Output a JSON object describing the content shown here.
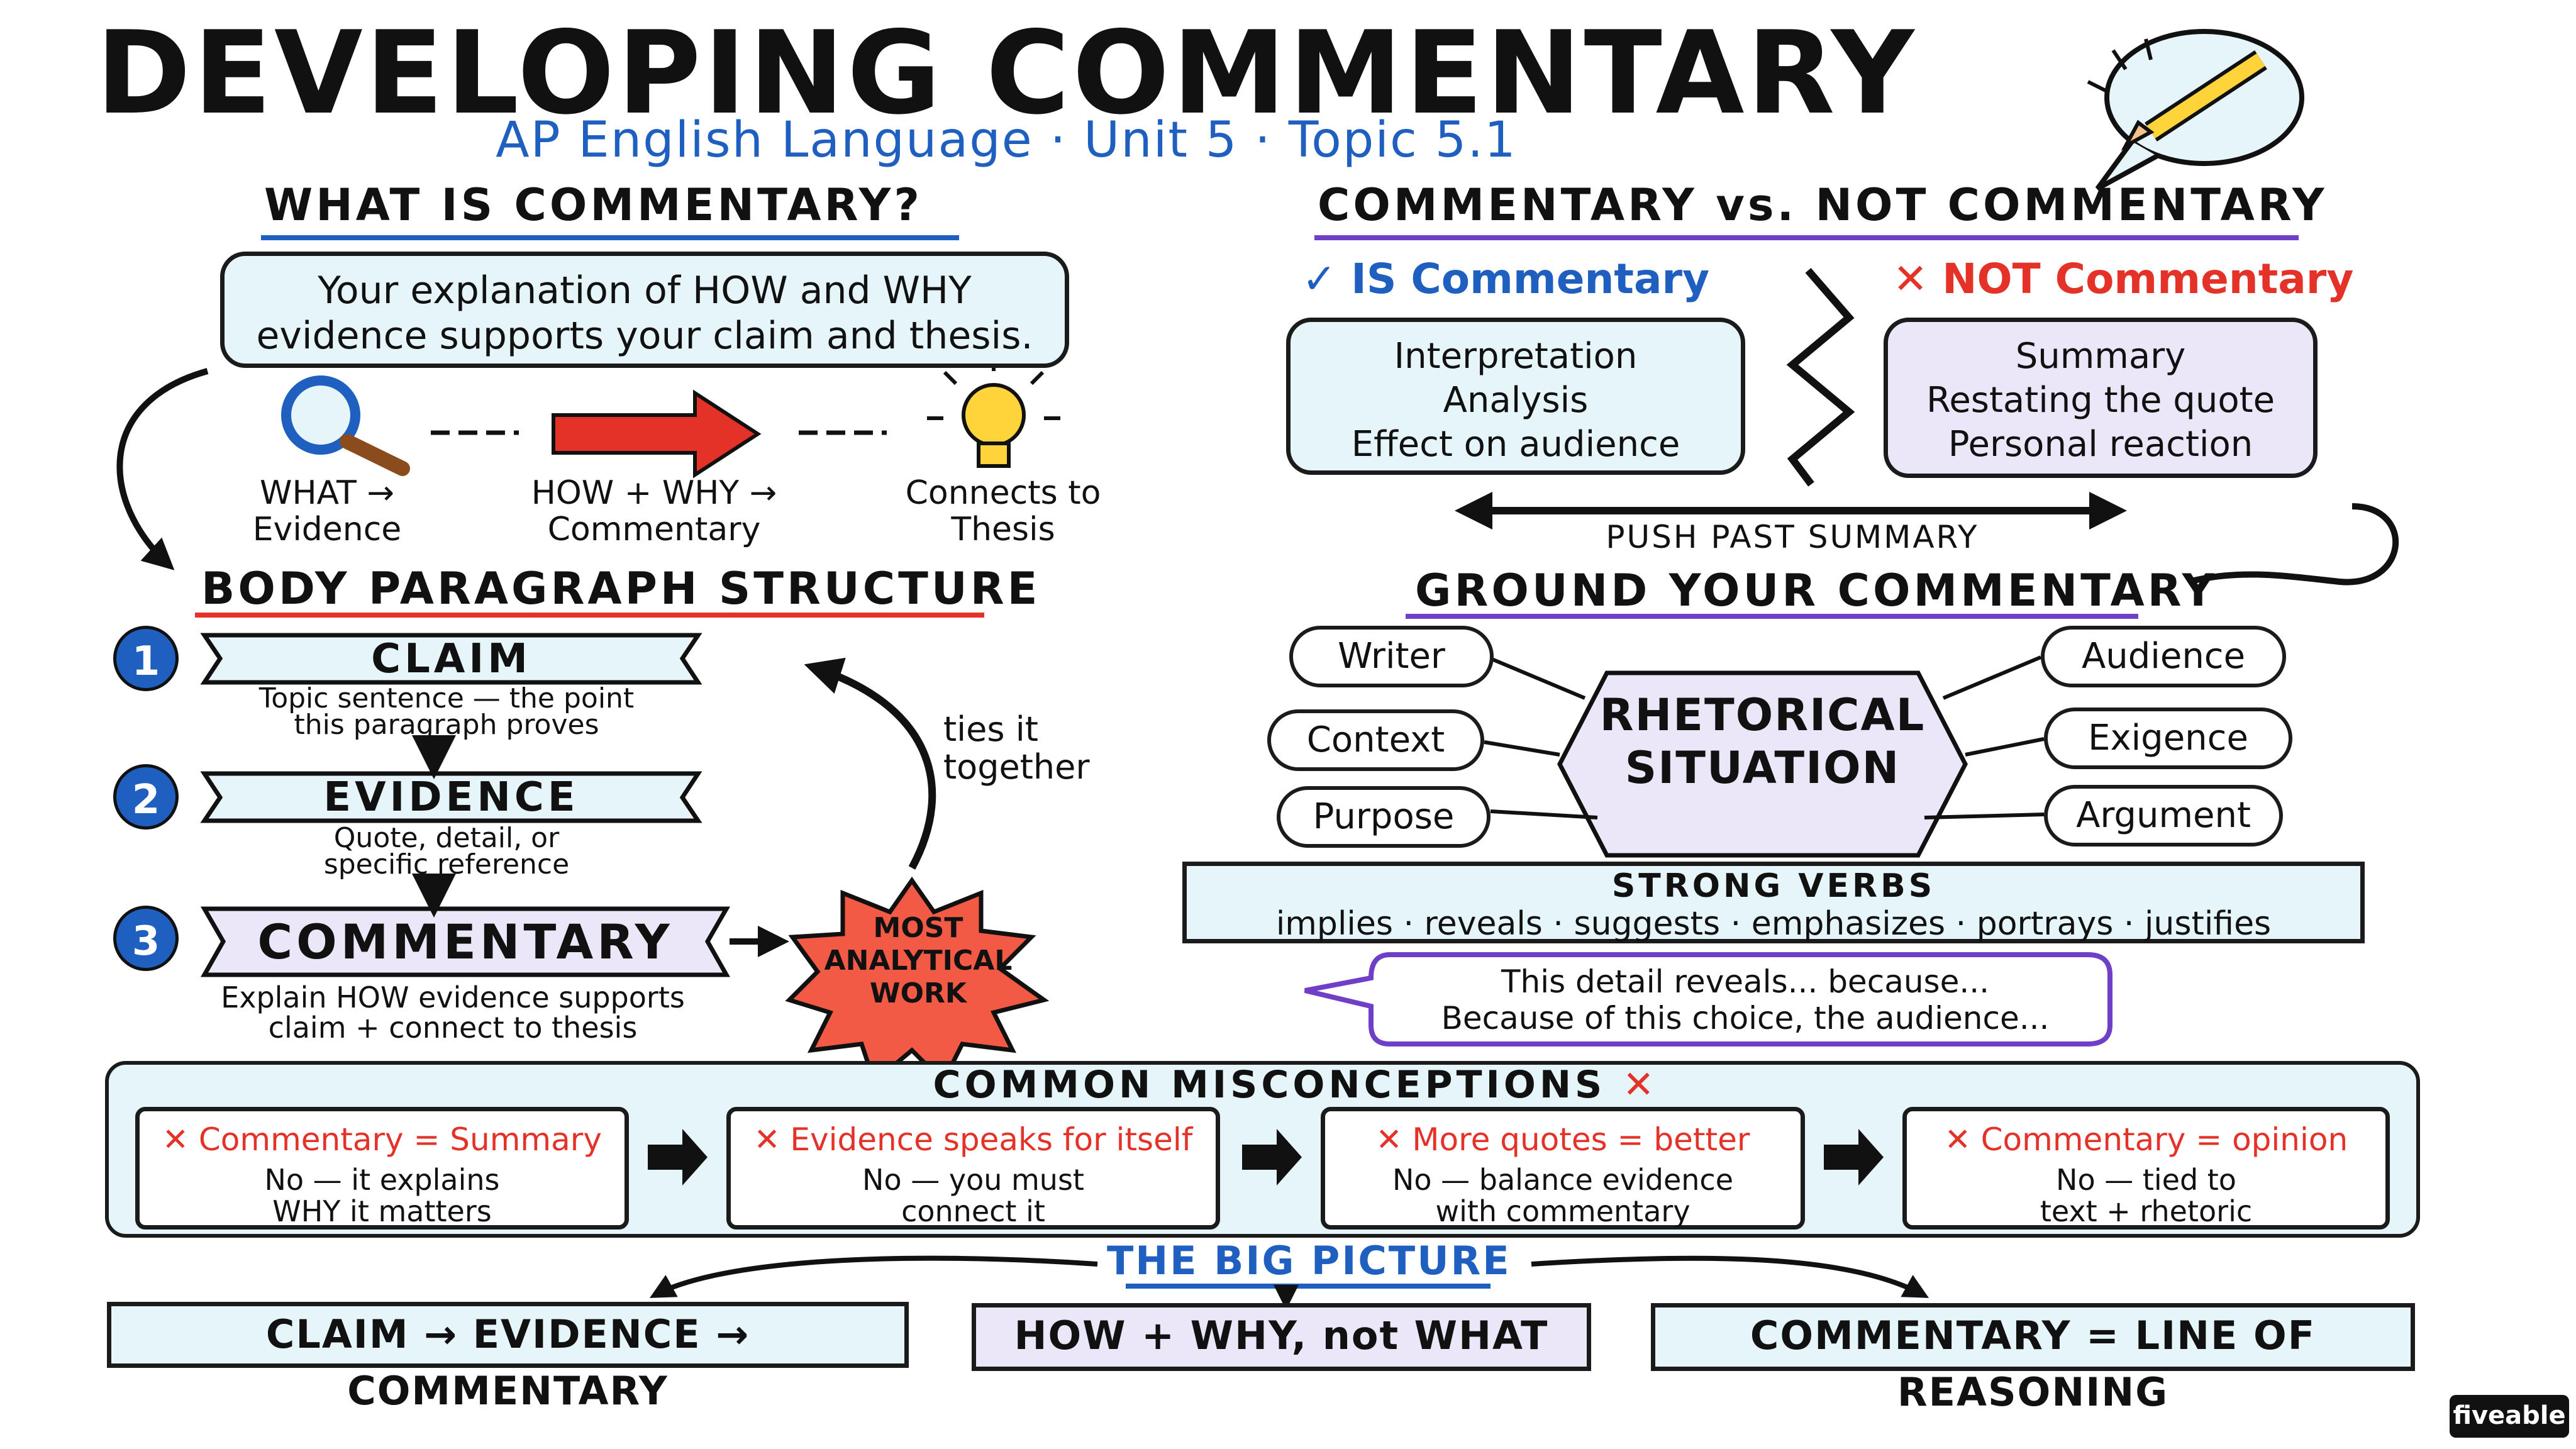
{
  "header": {
    "title": "DEVELOPING COMMENTARY",
    "subtitle": "AP English Language  ·  Unit 5  ·  Topic 5.1"
  },
  "what_is": {
    "heading": "WHAT IS COMMENTARY?",
    "definition_line1": "Your explanation of HOW and WHY",
    "definition_line2": "evidence supports your claim and thesis.",
    "flow": [
      {
        "line1": "WHAT →",
        "line2": "Evidence",
        "icon": "magnifier-icon"
      },
      {
        "line1": "HOW + WHY →",
        "line2": "Commentary",
        "icon": "arrow-icon"
      },
      {
        "line1": "Connects to",
        "line2": "Thesis",
        "icon": "lightbulb-icon"
      }
    ]
  },
  "body_structure": {
    "heading": "BODY PARAGRAPH STRUCTURE",
    "steps": [
      {
        "num": "1",
        "label": "CLAIM",
        "desc1": "Topic sentence — the point",
        "desc2": "this paragraph proves"
      },
      {
        "num": "2",
        "label": "EVIDENCE",
        "desc1": "Quote, detail, or",
        "desc2": "specific reference"
      },
      {
        "num": "3",
        "label": "COMMENTARY",
        "desc1": "Explain HOW evidence supports",
        "desc2": "claim + connect to thesis"
      }
    ],
    "ties_line1": "ties it",
    "ties_line2": "together",
    "burst_line1": "MOST",
    "burst_line2": "ANALYTICAL",
    "burst_line3": "WORK"
  },
  "vs": {
    "heading": "COMMENTARY vs. NOT COMMENTARY",
    "is_mark": "✓",
    "is_title": "IS Commentary",
    "is_items": [
      "Interpretation",
      "Analysis",
      "Effect on audience"
    ],
    "not_mark": "✕",
    "not_title": "NOT Commentary",
    "not_items": [
      "Summary",
      "Restating the quote",
      "Personal reaction"
    ],
    "push_label": "PUSH PAST SUMMARY"
  },
  "ground": {
    "heading": "GROUND YOUR COMMENTARY",
    "center_line1": "RHETORICAL",
    "center_line2": "SITUATION",
    "nodes": [
      "Writer",
      "Context",
      "Purpose",
      "Audience",
      "Exigence",
      "Argument"
    ]
  },
  "verbs": {
    "heading": "STRONG VERBS",
    "list": "implies  ·  reveals  ·  suggests  ·  emphasizes  ·  portrays  ·  justifies"
  },
  "stems": {
    "line1": "This detail reveals... because...",
    "line2": "Because of this choice, the audience..."
  },
  "misconceptions": {
    "heading": "COMMON MISCONCEPTIONS",
    "heading_mark": "✕",
    "items": [
      {
        "mark": "✕",
        "title": "Commentary = Summary",
        "line1": "No — it explains",
        "line2": "WHY it matters"
      },
      {
        "mark": "✕",
        "title": "Evidence speaks for itself",
        "line1": "No — you must",
        "line2": "connect it"
      },
      {
        "mark": "✕",
        "title": "More quotes = better",
        "line1": "No — balance evidence",
        "line2": "with commentary"
      },
      {
        "mark": "✕",
        "title": "Commentary = opinion",
        "line1": "No — tied to",
        "line2": "text + rhetoric"
      }
    ]
  },
  "big_picture": {
    "heading": "THE BIG PICTURE",
    "items": [
      "CLAIM  →  EVIDENCE  →  COMMENTARY",
      "HOW + WHY, not WHAT",
      "COMMENTARY = LINE OF REASONING"
    ]
  },
  "brand": {
    "label": "fiveable"
  },
  "colors": {
    "accent_blue": "#1f5fbf",
    "accent_red": "#e53228",
    "accent_purple": "#6f3fc8",
    "light_blue": "#e6f5fa",
    "light_lavender": "#ebe7f8"
  }
}
